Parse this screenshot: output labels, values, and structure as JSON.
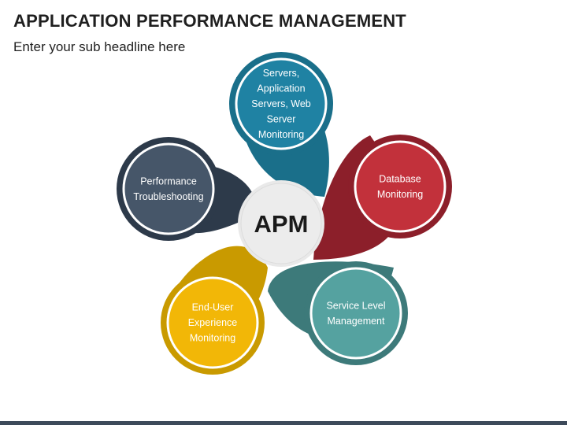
{
  "header": {
    "title": "APPLICATION PERFORMANCE MANAGEMENT",
    "subtitle": "Enter your sub headline here"
  },
  "diagram": {
    "center_label": "APM",
    "nodes": [
      {
        "id": "servers",
        "lines": [
          "Servers,",
          "Application",
          "Servers, Web",
          "Server",
          "Monitoring"
        ],
        "color": "#1a6f8a",
        "inner": "#1f82a3"
      },
      {
        "id": "database",
        "lines": [
          "Database",
          "Monitoring"
        ],
        "color": "#8c1f2a",
        "inner": "#c2313b"
      },
      {
        "id": "service-level",
        "lines": [
          "Service Level",
          "Management"
        ],
        "color": "#3d7a7a",
        "inner": "#55a2a0"
      },
      {
        "id": "end-user",
        "lines": [
          "End-User",
          "Experience",
          "Monitoring"
        ],
        "color": "#c99a00",
        "inner": "#f2b707"
      },
      {
        "id": "performance",
        "lines": [
          "Performance",
          "Troubleshooting"
        ],
        "color": "#2d3a4a",
        "inner": "#465669"
      }
    ]
  }
}
